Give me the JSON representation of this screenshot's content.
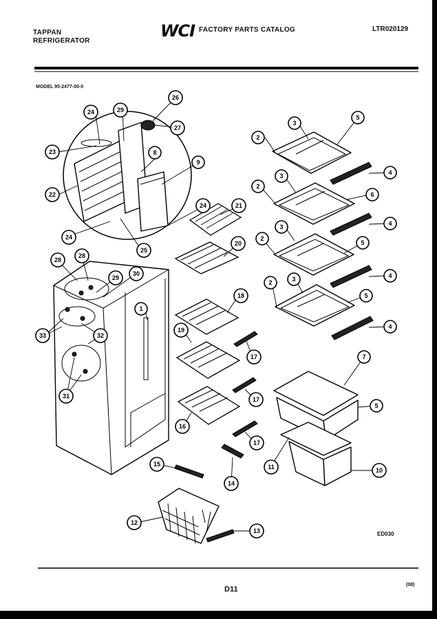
{
  "header": {
    "brand_line1": "TAPPAN",
    "brand_line2": "REFRIGERATOR",
    "logo": "WCI",
    "catalog_title": "FACTORY PARTS CATALOG",
    "doc_number": "LTR020129"
  },
  "model_line": "MODEL 95-2477-00-0",
  "diagram_code": "ED030",
  "page_number": "D11",
  "revision": "(08)",
  "callouts": [
    "1",
    "2",
    "2",
    "2",
    "2",
    "3",
    "3",
    "3",
    "3",
    "4",
    "4",
    "4",
    "4",
    "5",
    "5",
    "5",
    "5",
    "6",
    "7",
    "8",
    "9",
    "10",
    "11",
    "12",
    "13",
    "14",
    "15",
    "16",
    "17",
    "17",
    "17",
    "18",
    "19",
    "20",
    "21",
    "22",
    "23",
    "24",
    "24",
    "24",
    "25",
    "26",
    "27",
    "28",
    "28",
    "29",
    "30",
    "31",
    "32",
    "33"
  ]
}
